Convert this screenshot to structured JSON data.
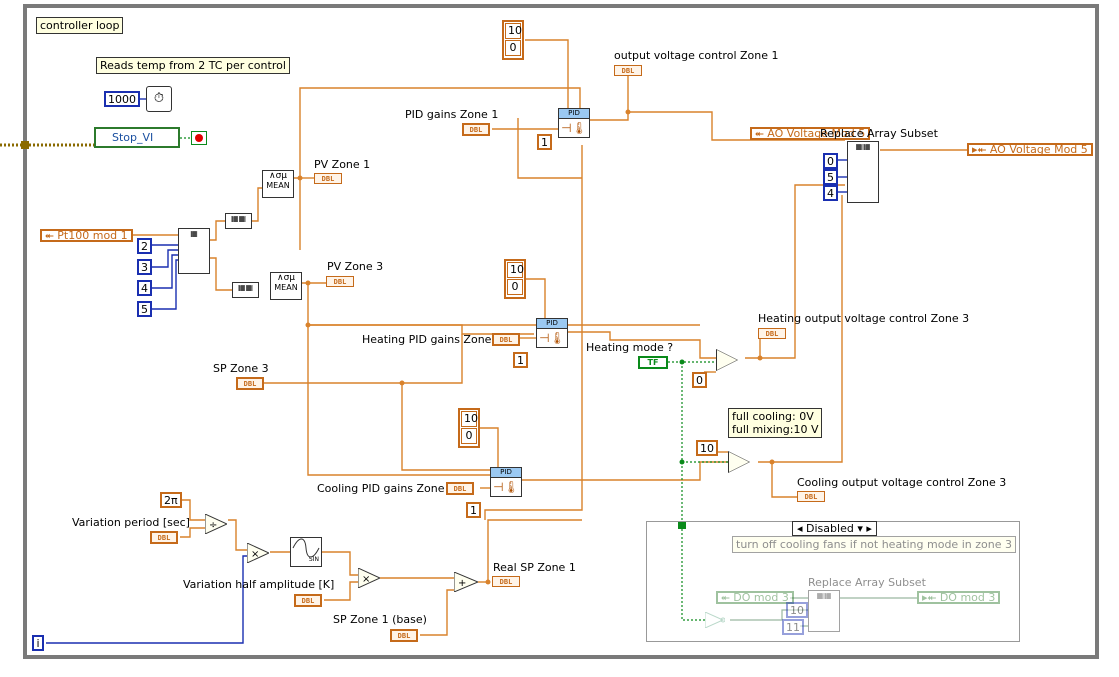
{
  "structure": {
    "title": "controller loop",
    "comment": "Reads temp from 2 TC per control",
    "wait_ms": "1000",
    "stop_vi": "Stop_VI",
    "iteration": "i"
  },
  "inputs": {
    "pt100": "Pt100 mod 1",
    "indices": [
      "2",
      "3",
      "4",
      "5"
    ],
    "mean_label": "MEAN"
  },
  "zone1": {
    "pv_label": "PV Zone 1",
    "pid_gains_label": "PID gains Zone 1",
    "range_hi": "10",
    "range_lo": "0",
    "dt": "1",
    "output_label": "output voltage control Zone 1",
    "real_sp_label": "Real SP Zone 1",
    "sp_base_label": "SP Zone 1 (base)"
  },
  "zone3": {
    "pv_label": "PV Zone 3",
    "sp_label": "SP Zone 3",
    "heating_gains_label": "Heating PID gains Zone 3",
    "cooling_gains_label": "Cooling PID gains Zone 3",
    "heat_hi": "10",
    "heat_lo": "0",
    "cool_hi": "10",
    "cool_lo": "0",
    "heat_dt": "1",
    "cool_dt": "1",
    "heating_mode_label": "Heating mode ?",
    "heating_mode_value": "TF",
    "heating_output_label": "Heating output voltage control Zone 3",
    "cooling_output_label": "Cooling output voltage control Zone 3",
    "select_zero": "0",
    "select_ten": "10",
    "cooling_note_line1": "full cooling: 0V",
    "cooling_note_line2": "full mixing:10 V"
  },
  "variation": {
    "period_label": "Variation period [sec]",
    "amplitude_label": "Variation half amplitude [K]",
    "two_pi": "2π",
    "sin_label": "SIN"
  },
  "ao": {
    "in_label": "AO Voltage Mod 5",
    "replace_label": "Replace Array Subset",
    "indices": [
      "0",
      "5",
      "4"
    ],
    "out_label": "AO Voltage Mod 5"
  },
  "disabled": {
    "selector": "Disabled",
    "comment": "turn off cooling fans if not heating mode in zone 3",
    "do_in": "DO mod 3",
    "replace_label": "Replace Array Subset",
    "idx_a": "10",
    "idx_b": "11",
    "do_out": "DO mod 3"
  },
  "type_tags": {
    "dbl": "DBL"
  },
  "colors": {
    "wire_orange": "#d9822b",
    "wire_blue": "#1a2fb0",
    "wire_green": "#0a8a1a",
    "pid_header": "#9bc9f2"
  }
}
